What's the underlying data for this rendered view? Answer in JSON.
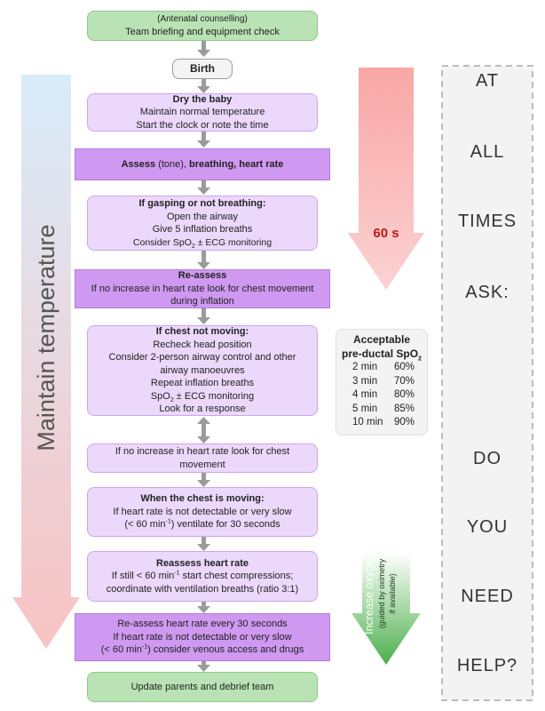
{
  "flow": {
    "top_line1": "(Antenatal counselling)",
    "top_line2": "Team briefing and equipment check",
    "birth": "Birth",
    "dry_title": "Dry the baby",
    "dry_lines": [
      "Maintain normal temperature",
      "Start the clock or note the time"
    ],
    "assess": {
      "a": "Assess",
      "b": " (tone), ",
      "c": "breathing, heart rate"
    },
    "gasp_title": "If gasping or not breathing:",
    "gasp_lines": [
      "Open the airway",
      "Give 5 inflation breaths"
    ],
    "gasp_monitor": {
      "pre": "Consider SpO",
      "sub": "2",
      "post": " ± ECG monitoring"
    },
    "reassess_title": "Re-assess",
    "reassess_lines": [
      "If no increase in heart rate look for chest movement",
      "during inflation"
    ],
    "chest_title": "If chest not moving:",
    "chest_lines": [
      "Recheck head position",
      "Consider 2-person airway control and other",
      "airway manoeuvres",
      "Repeat inflation breaths"
    ],
    "chest_monitor": {
      "pre": "SpO",
      "sub": "2",
      "post": " ± ECG monitoring"
    },
    "chest_last": "Look for a response",
    "noincrease_lines": [
      "If no increase in heart rate look for chest",
      "movement"
    ],
    "moving_title": "When the chest is moving:",
    "moving_line1": "If heart rate is not detectable or very slow",
    "moving_line2": {
      "pre": "(< 60 min",
      "sup": "-1",
      "post": ") ventilate for 30 seconds"
    },
    "rhr_title": "Reassess heart rate",
    "rhr_line1": {
      "pre": "If still < 60 min",
      "sup": "-1",
      "post": " start chest compressions;"
    },
    "rhr_line2": "coordinate with ventilation breaths (ratio 3:1)",
    "every30_line1": "Re-assess heart rate every 30 seconds",
    "every30_line2": "If heart rate is not detectable or very slow",
    "every30_line3": {
      "pre": "(< 60 min",
      "sup": "-1",
      "post": ") consider venous access and drugs"
    },
    "update": "Update parents and debrief team"
  },
  "side": {
    "maintain_temperature": "Maintain temperature",
    "sixty": "60 s",
    "oxygen_main": "Increase oxygen",
    "oxygen_sub1": "(guided by oximetry",
    "oxygen_sub2": "if available)"
  },
  "spo2": {
    "title1": "Acceptable",
    "title2_pre": "pre-ductal SpO",
    "title2_sub": "2",
    "rows": [
      {
        "time": "2 min",
        "value": "60%"
      },
      {
        "time": "3 min",
        "value": "70%"
      },
      {
        "time": "4 min",
        "value": "80%"
      },
      {
        "time": "5 min",
        "value": "85%"
      },
      {
        "time": "10 min",
        "value": "90%"
      }
    ]
  },
  "ask": [
    "AT",
    "ALL",
    "TIMES",
    "ASK:",
    "DO",
    "YOU",
    "NEED",
    "HELP?"
  ],
  "colors": {
    "green": "#b9e3b4",
    "lilac": "#ecd8fb",
    "purple": "#cf99f1",
    "temp_arrow": "#f7c9c9",
    "sixty_arrow": "#f49a98",
    "oxygen_arrow": "#5fba5c"
  }
}
